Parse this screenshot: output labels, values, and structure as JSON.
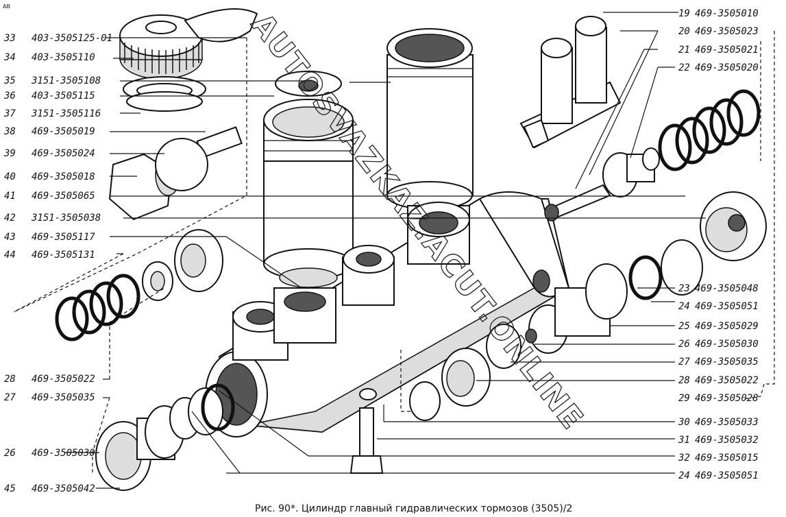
{
  "corner_mark": "AB",
  "caption": "Рис. 90*. Цилиндр главный гидравлических тормозов (3505)/2",
  "watermark": "AUTOSVAZKAZ.ACUT.ONLINE",
  "left_labels": [
    {
      "num": "33",
      "code": "403-3505125-01"
    },
    {
      "num": "34",
      "code": "403-3505110"
    },
    {
      "num": "35",
      "code": "3151-3505108"
    },
    {
      "num": "36",
      "code": "403-3505115"
    },
    {
      "num": "37",
      "code": "3151-3505116"
    },
    {
      "num": "38",
      "code": "469-3505019"
    },
    {
      "num": "39",
      "code": "469-3505024"
    },
    {
      "num": "40",
      "code": "469-3505018"
    },
    {
      "num": "41",
      "code": "469-3505065"
    },
    {
      "num": "42",
      "code": "3151-3505038"
    },
    {
      "num": "43",
      "code": "469-3505117"
    },
    {
      "num": "44",
      "code": "469-3505131"
    },
    {
      "num": "28",
      "code": "469-3505022"
    },
    {
      "num": "27",
      "code": "469-3505035"
    },
    {
      "num": "26",
      "code": "469-3505030"
    },
    {
      "num": "45",
      "code": "469-3505042"
    }
  ],
  "right_labels": [
    {
      "num": "19",
      "code": "469-3505010"
    },
    {
      "num": "20",
      "code": "469-3505023"
    },
    {
      "num": "21",
      "code": "469-3505021"
    },
    {
      "num": "22",
      "code": "469-3505020"
    },
    {
      "num": "23",
      "code": "469-3505048"
    },
    {
      "num": "24",
      "code": "469-3505051"
    },
    {
      "num": "25",
      "code": "469-3505029"
    },
    {
      "num": "26",
      "code": "469-3505030"
    },
    {
      "num": "27",
      "code": "469-3505035"
    },
    {
      "num": "28",
      "code": "469-3505022"
    },
    {
      "num": "29",
      "code": "469-3505028"
    },
    {
      "num": "30",
      "code": "469-3505033"
    },
    {
      "num": "31",
      "code": "469-3505032"
    },
    {
      "num": "32",
      "code": "469-3505015"
    },
    {
      "num": "24",
      "code": "469-3505051"
    }
  ]
}
